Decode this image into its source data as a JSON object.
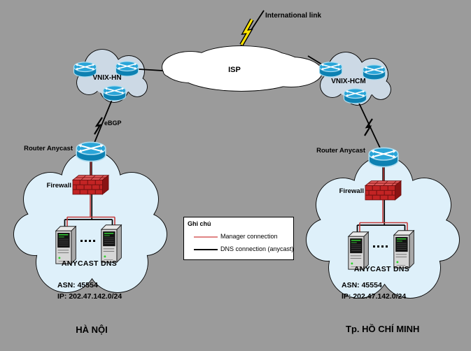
{
  "top": {
    "international_link_label": "International link"
  },
  "isp": {
    "label": "ISP"
  },
  "vnix_hn": {
    "label": "VNIX-HN"
  },
  "vnix_hcm": {
    "label": "VNIX-HCM"
  },
  "ebgp_label": "eBGP",
  "legend": {
    "title": "Ghi chú",
    "items": [
      {
        "name": "manager",
        "label": "Manager connection",
        "color": "#e08585"
      },
      {
        "name": "dns",
        "label": "DNS connection (anycast)",
        "color": "#000000"
      }
    ]
  },
  "sites": {
    "hanoi": {
      "router_label": "Router Anycast",
      "firewall_label": "Firewall",
      "dns_label": "ANYCAST DNS",
      "asn": "ASN: 45554",
      "ip": "IP: 202.47.142.0/24",
      "city": "HÀ NỘI"
    },
    "hcm": {
      "router_label": "Router Anycast",
      "firewall_label": "Firewall",
      "dns_label": "ANYCAST DNS",
      "asn": "ASN: 45554",
      "ip": "IP: 202.47.142.0/24",
      "city": "Tp. HỒ CHÍ MINH"
    }
  },
  "colors": {
    "background": "#9b9b9b",
    "site_cloud": "#def0fa",
    "vnix_cloud": "#ccd9e5",
    "isp_cloud": "#ffffff",
    "manager_connection": "#c33b3b",
    "dns_connection": "#000000",
    "router_top": "#2aa5d8",
    "firewall_brick": "#c32424",
    "bolt_yellow": "#ffe300"
  },
  "icons": {
    "router": "router-icon",
    "firewall": "firewall-icon",
    "server": "server-icon",
    "lightning": "lightning-bolt-icon"
  }
}
